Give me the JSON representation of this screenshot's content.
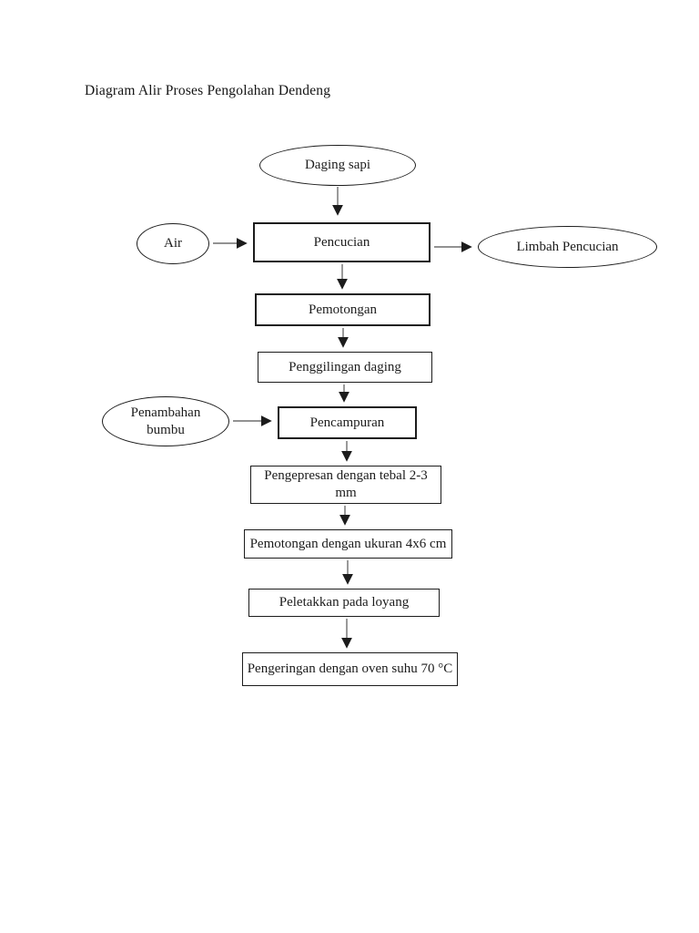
{
  "page": {
    "title": "Diagram Alir Proses Pengolahan Dendeng"
  },
  "flowchart": {
    "nodes": {
      "daging_sapi": {
        "label": "Daging sapi",
        "shape": "ellipse"
      },
      "air": {
        "label": "Air",
        "shape": "ellipse"
      },
      "pencucian": {
        "label": "Pencucian",
        "shape": "rect"
      },
      "limbah_pencucian": {
        "label": "Limbah Pencucian",
        "shape": "ellipse"
      },
      "pemotongan": {
        "label": "Pemotongan",
        "shape": "rect"
      },
      "penggilingan": {
        "label": "Penggilingan daging",
        "shape": "rect"
      },
      "penambahan_bumbu": {
        "label": "Penambahan bumbu",
        "shape": "ellipse"
      },
      "pencampuran": {
        "label": "Pencampuran",
        "shape": "rect"
      },
      "pengepresan": {
        "label": "Pengepresan dengan tebal 2-3 mm",
        "shape": "rect"
      },
      "pemotongan_ukuran": {
        "label": "Pemotongan dengan ukuran 4x6 cm",
        "shape": "rect"
      },
      "peletakkan": {
        "label": "Peletakkan pada loyang",
        "shape": "rect"
      },
      "pengeringan": {
        "label": "Pengeringan dengan oven suhu 70 °C",
        "shape": "rect"
      }
    },
    "edges": [
      {
        "from": "Daging sapi",
        "to": "Pencucian"
      },
      {
        "from": "Air",
        "to": "Pencucian"
      },
      {
        "from": "Pencucian",
        "to": "Limbah Pencucian"
      },
      {
        "from": "Pencucian",
        "to": "Pemotongan"
      },
      {
        "from": "Pemotongan",
        "to": "Penggilingan daging"
      },
      {
        "from": "Penggilingan daging",
        "to": "Pencampuran"
      },
      {
        "from": "Penambahan bumbu",
        "to": "Pencampuran"
      },
      {
        "from": "Pencampuran",
        "to": "Pengepresan dengan tebal 2-3 mm"
      },
      {
        "from": "Pengepresan dengan tebal 2-3 mm",
        "to": "Pemotongan dengan ukuran 4x6 cm"
      },
      {
        "from": "Pemotongan dengan ukuran 4x6 cm",
        "to": "Peletakkan pada loyang"
      },
      {
        "from": "Peletakkan pada loyang",
        "to": "Pengeringan dengan oven suhu 70 °C"
      }
    ],
    "colors": {
      "shape_border": "#1c1c1c",
      "arrow_shaft": "#6e6e6e",
      "arrow_head": "#1c1c1c",
      "background": "#ffffff",
      "text": "#1c1c1c"
    }
  }
}
